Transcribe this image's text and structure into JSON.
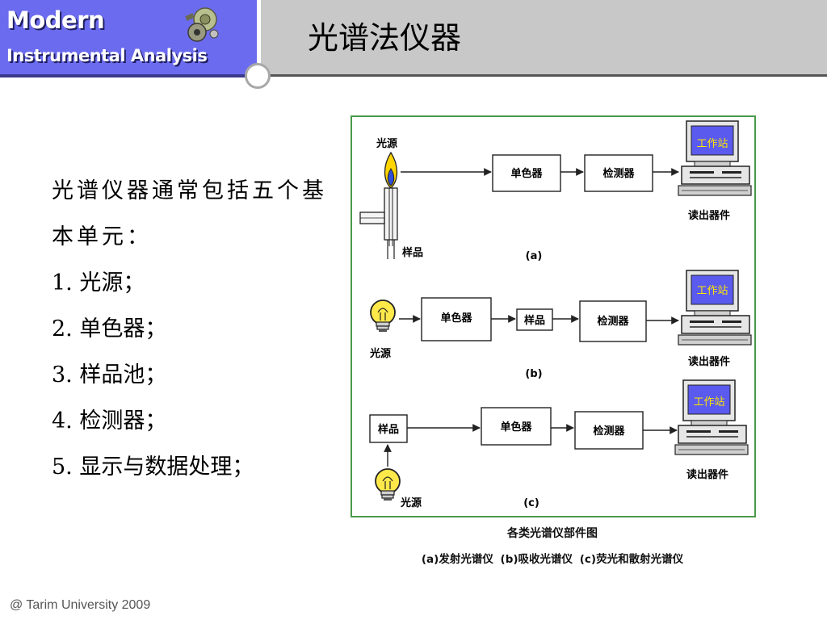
{
  "header": {
    "brand_line1": "Modern",
    "brand_line2": "Instrumental Analysis",
    "title": "光谱法仪器",
    "brand_color": "#6b6bef",
    "title_bar_color": "#c8c8c8"
  },
  "content": {
    "intro": "光谱仪器通常包括五个基本单元：",
    "items": [
      "1. 光源；",
      "2. 单色器；",
      "3. 样品池；",
      "4. 检测器；",
      "5. 显示与数据处理；"
    ]
  },
  "figure": {
    "border_color": "#4a9a4a",
    "workstation_color": "#5a5aee",
    "workstation_text_color": "#ffe600",
    "panel_a": {
      "source_label": "光源",
      "sample_label": "样品",
      "mono_label": "单色器",
      "detector_label": "检测器",
      "workstation_label": "工作站",
      "readout_label": "读出器件",
      "tag": "(a)"
    },
    "panel_b": {
      "source_label": "光源",
      "mono_label": "单色器",
      "sample_label": "样品",
      "detector_label": "检测器",
      "workstation_label": "工作站",
      "readout_label": "读出器件",
      "tag": "(b)"
    },
    "panel_c": {
      "sample_label": "样品",
      "source_label": "光源",
      "mono_label": "单色器",
      "detector_label": "检测器",
      "workstation_label": "工作站",
      "readout_label": "读出器件",
      "tag": "(c)"
    },
    "caption": "各类光谱仪部件图",
    "subcaption": "(a)发射光谱仪 (b)吸收光谱仪 (c)荧光和散射光谱仪"
  },
  "footer": {
    "text": "@ Tarim University 2009"
  }
}
